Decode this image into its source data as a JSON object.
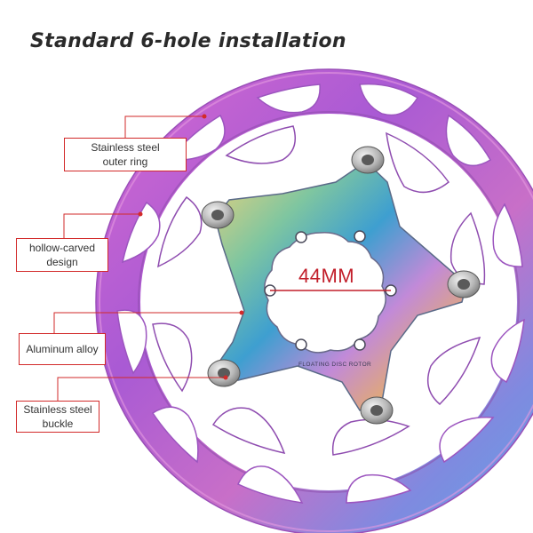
{
  "title": "Standard 6-hole installation",
  "measurement": "44MM",
  "rotor_text": "FLOATING DISC ROTOR",
  "callouts": [
    {
      "line1": "Stainless steel",
      "line2": "outer ring"
    },
    {
      "line1": "hollow-carved",
      "line2": "design"
    },
    {
      "line1": "Aluminum alloy",
      "line2": ""
    },
    {
      "line1": "Stainless steel",
      "line2": "buckle"
    }
  ],
  "colors": {
    "accent": "#d22a2a",
    "rotor_outer": "#b05fd0",
    "rotor_edge": "#6fa2e6",
    "spider_gold": "#e7c05a",
    "spider_blue": "#4aa8c8"
  }
}
